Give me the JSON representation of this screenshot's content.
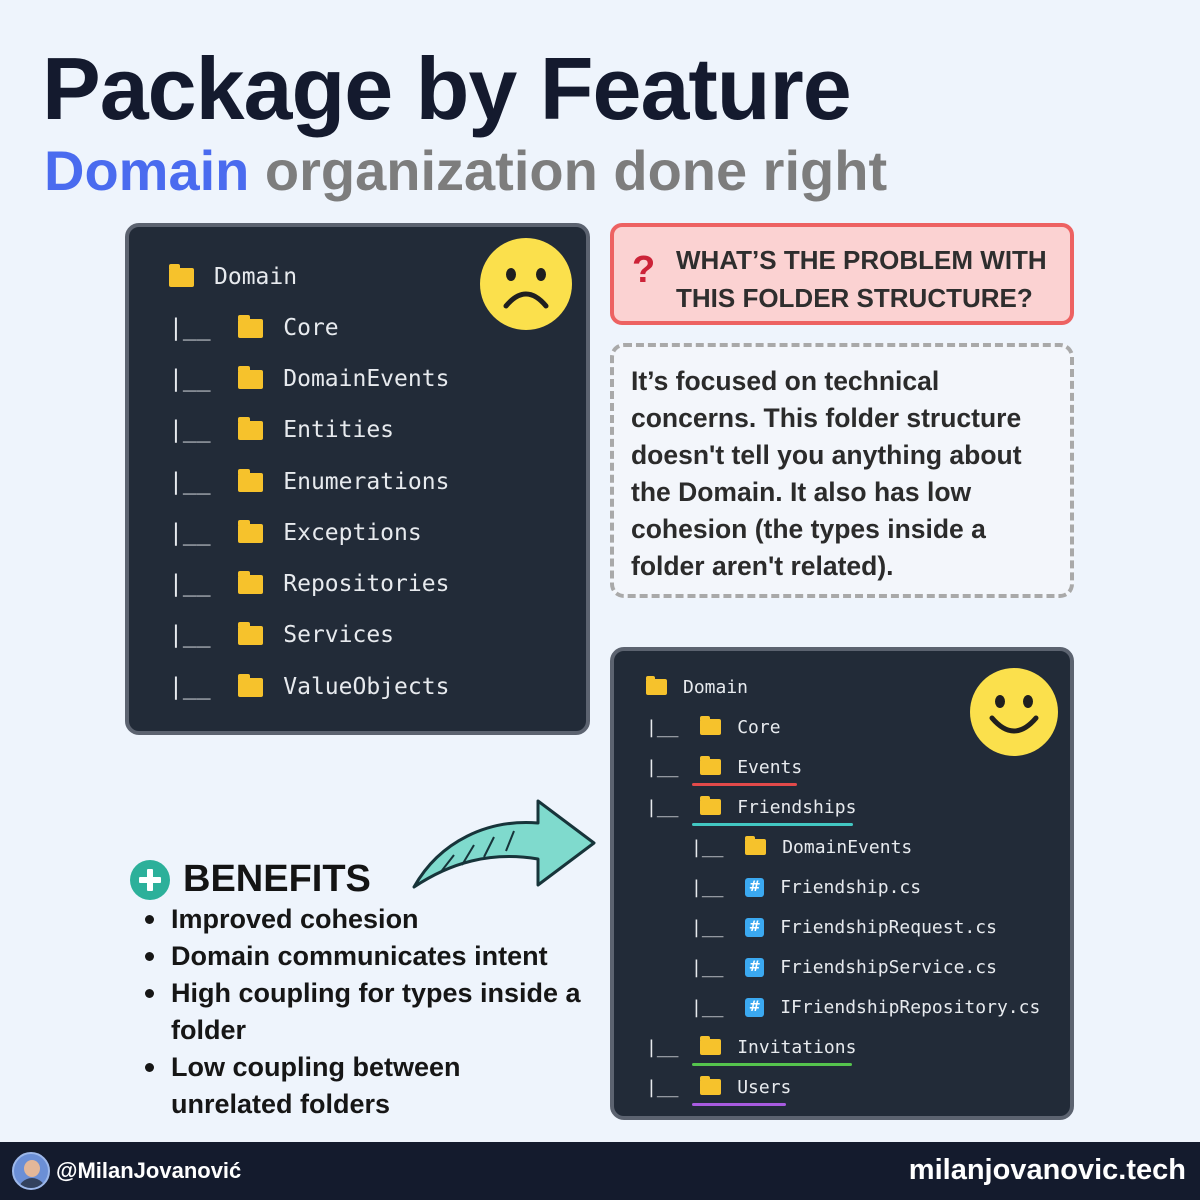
{
  "header": {
    "title": "Package by Feature",
    "subtitle_highlight": "Domain",
    "subtitle_rest": " organization done right"
  },
  "bad_tree": {
    "root": "Domain",
    "branch": "|__",
    "items": [
      "Core",
      "DomainEvents",
      "Entities",
      "Enumerations",
      "Exceptions",
      "Repositories",
      "Services",
      "ValueObjects"
    ]
  },
  "question": {
    "mark": "?",
    "text": "WHAT’S THE PROBLEM WITH THIS FOLDER  STRUCTURE?"
  },
  "answer": {
    "text": "It’s focused on technical concerns. This folder structure doesn't tell you anything about the Domain. It also has low cohesion (the types inside a folder aren't related)."
  },
  "good_tree": {
    "root": "Domain",
    "branch": "|__",
    "items": [
      "Core",
      "Events",
      "Friendships"
    ],
    "sub_items": [
      "DomainEvents",
      "Friendship.cs",
      "FriendshipRequest.cs",
      "FriendshipService.cs",
      "IFriendshipRepository.cs"
    ],
    "tail_items": [
      "Invitations",
      "Users"
    ],
    "file_icon": "#",
    "underline_colors": {
      "events": "#e24a4a",
      "friendships": "#42c7c2",
      "invitations": "#55c44d",
      "users": "#a85be0"
    }
  },
  "benefits": {
    "title": "BENEFITS",
    "items": [
      "Improved cohesion",
      "Domain communicates intent",
      "High coupling for types inside a folder",
      "Low coupling between unrelated folders"
    ]
  },
  "footer": {
    "handle": "@MilanJovanović",
    "site": "milanjovanovic.tech"
  },
  "colors": {
    "accent": "#4a6bef",
    "panel": "#222b38",
    "folder": "#f6c22c",
    "question_border": "#ed6262",
    "plus": "#2cb09a"
  }
}
